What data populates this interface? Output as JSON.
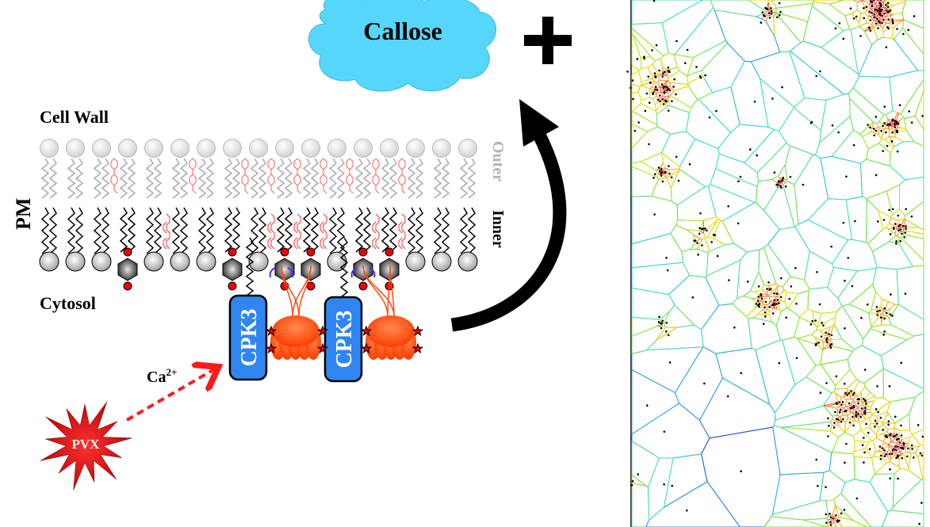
{
  "labels": {
    "callose": "Callose",
    "cell_wall": "Cell Wall",
    "pm": "PM",
    "outer": "Outer",
    "inner": "Inner",
    "cytosol": "Cytosol",
    "cpk3_left": "CPK3",
    "cpk3_right": "CPK3",
    "calcium": "Ca",
    "calcium_charge": "2+",
    "pvx": "PVX",
    "plus": "+"
  },
  "colors": {
    "cloud": "#55d6fa",
    "cpk3": "#2f86f0",
    "remorin": "#ff4a14",
    "sterol": "#ff3030",
    "pvx": "#ee1111",
    "arrow": "#000000",
    "ca_arrow": "#ff1a1a",
    "outer_text": "#b3b3b3"
  },
  "icons": [
    "plus-icon",
    "curved-arrow-icon",
    "dashed-arrow-icon",
    "starburst-icon",
    "cloud-icon"
  ]
}
